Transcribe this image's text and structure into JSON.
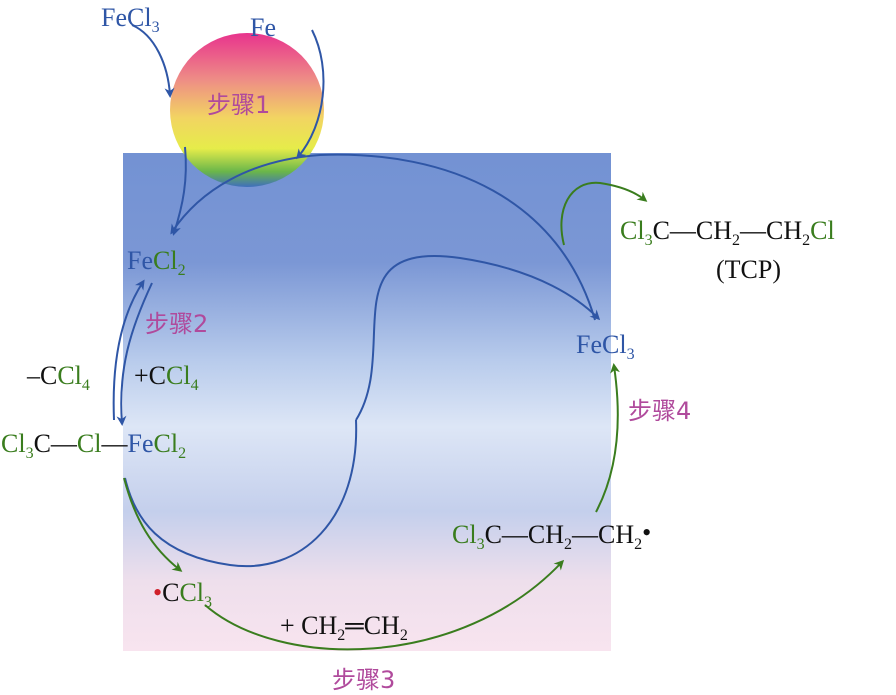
{
  "colors": {
    "green": "#3a7d1e",
    "blue": "#2f56a6",
    "black": "#111111",
    "step": "#b04a9c",
    "radical_dot": "#d0202a",
    "panel_top": "#7392d3",
    "panel_mid": "#dce6f6",
    "panel_bottom": "#f7e4ee"
  },
  "steps": {
    "step1": "步骤1",
    "step2": "步骤2",
    "step3": "步骤3",
    "step4": "步骤4"
  },
  "species": {
    "fecl3_top": {
      "fe": "Fe",
      "cl": "Cl",
      "sub": "3"
    },
    "fe_top": "Fe",
    "fecl2": {
      "fe": "Fe",
      "cl": "Cl",
      "sub": "2"
    },
    "minus_ccl4": {
      "sign": "–",
      "c": "C",
      "cl": "Cl",
      "sub": "4"
    },
    "plus_ccl4": {
      "sign": "+",
      "c": "C",
      "cl": "Cl",
      "sub": "4"
    },
    "complex": {
      "cl1": "Cl",
      "sub1": "3",
      "c": "C",
      "bond1": "—",
      "cl2": "Cl",
      "bond2": "—",
      "fe": "Fe",
      "cl3": "Cl",
      "sub2": "2"
    },
    "radical_ccl3": {
      "dot": "•",
      "c": "C",
      "cl": "Cl",
      "sub": "3"
    },
    "ethylene": {
      "plus": "+ ",
      "ch": "CH",
      "sub1": "2",
      "bond": "═",
      "ch2": "CH",
      "sub2": "2"
    },
    "radical_chain": {
      "cl": "Cl",
      "sub": "3",
      "c": "C",
      "bond1": "—",
      "ch": "CH",
      "sub2": "2",
      "bond2": "—",
      "ch2": "CH",
      "sub3": "2",
      "dot": "•"
    },
    "fecl3_right": {
      "fe": "Fe",
      "cl": "Cl",
      "sub": "3"
    },
    "tcp": {
      "cl": "Cl",
      "sub": "3",
      "c": "C",
      "bond1": "—",
      "ch": "CH",
      "sub2": "2",
      "bond2": "—",
      "ch2": "CH",
      "sub3": "2",
      "cl2": "Cl"
    },
    "tcp_label": "(TCP)"
  }
}
